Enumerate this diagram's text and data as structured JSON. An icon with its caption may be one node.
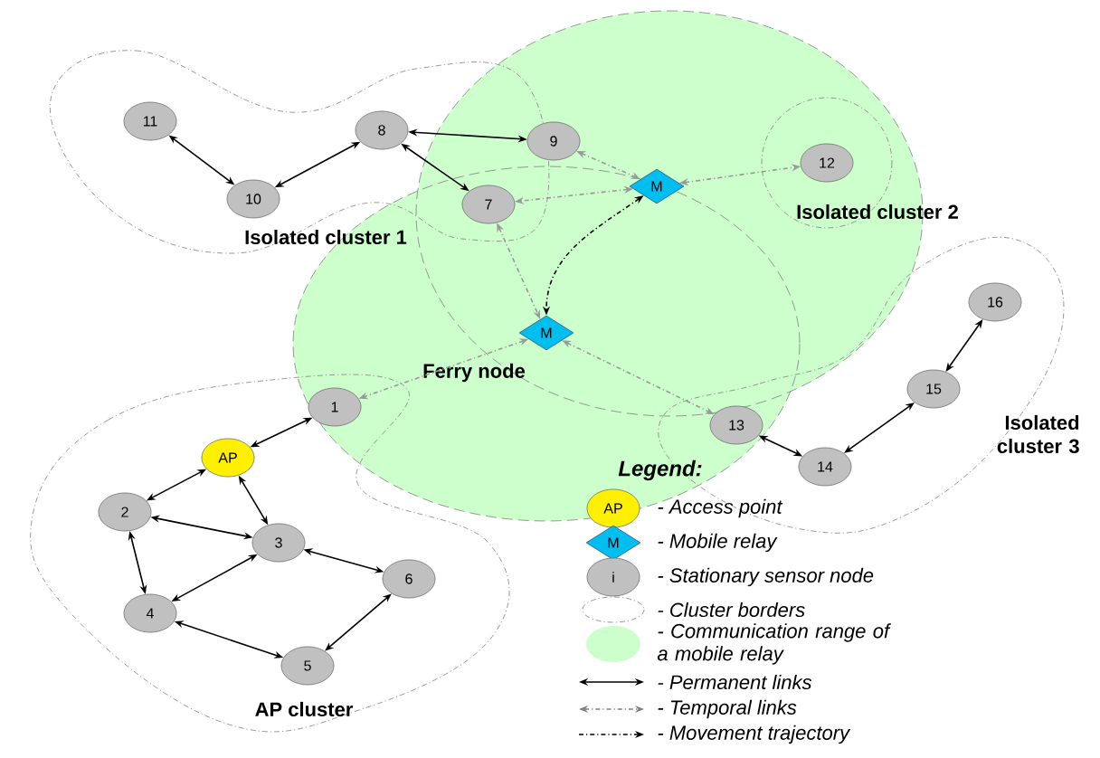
{
  "diagram": {
    "nodes": [
      {
        "text": [
          "11"
        ]
      },
      {
        "text": [
          "8"
        ]
      },
      {
        "text": [
          "9"
        ]
      },
      {
        "text": [
          "10"
        ]
      },
      {
        "text": [
          "7"
        ]
      },
      {
        "text": [
          "M"
        ]
      },
      {
        "text": [
          "12"
        ]
      },
      {
        "text": [
          "M"
        ],
        "beside": [
          "Ferry node"
        ]
      },
      {
        "text": [
          "1"
        ]
      },
      {
        "text": [
          "13"
        ]
      },
      {
        "text": [
          "AP"
        ]
      },
      {
        "text": [
          "16"
        ]
      },
      {
        "text": [
          "15"
        ]
      },
      {
        "text": [
          "14"
        ]
      },
      {
        "text": [
          "2"
        ]
      },
      {
        "text": [
          "3"
        ]
      },
      {
        "text": [
          "6"
        ]
      },
      {
        "text": [
          "4"
        ]
      },
      {
        "text": [
          "5"
        ]
      }
    ],
    "edges": [
      {
        "from": 0,
        "to": 3,
        "arrow": "both"
      },
      {
        "from": 3,
        "to": 1,
        "arrow": "both"
      },
      {
        "from": 1,
        "to": 2,
        "arrow": "both"
      },
      {
        "from": 1,
        "to": 4,
        "arrow": "both"
      },
      {
        "from": 2,
        "to": 5,
        "arrow": "both",
        "style": "dashed",
        "color": "#999999"
      },
      {
        "from": 5,
        "to": 6,
        "arrow": "both",
        "style": "dashed",
        "color": "#999999"
      },
      {
        "from": 5,
        "to": 4,
        "arrow": "both",
        "style": "dashed",
        "color": "#999999"
      },
      {
        "from": 4,
        "to": 7,
        "arrow": "both",
        "style": "dashed",
        "color": "#999999"
      },
      {
        "from": 5,
        "to": 7,
        "arrow": "both",
        "style": "dashed"
      },
      {
        "from": 7,
        "to": 8,
        "arrow": "both",
        "style": "dashed",
        "color": "#999999"
      },
      {
        "from": 7,
        "to": 9,
        "arrow": "both",
        "style": "dashed",
        "color": "#999999"
      },
      {
        "from": 8,
        "to": 10,
        "arrow": "both"
      },
      {
        "from": 10,
        "to": 14,
        "arrow": "both"
      },
      {
        "from": 10,
        "to": 15,
        "arrow": "both"
      },
      {
        "from": 14,
        "to": 15,
        "arrow": "both"
      },
      {
        "from": 14,
        "to": 17,
        "arrow": "both"
      },
      {
        "from": 15,
        "to": 17,
        "arrow": "both"
      },
      {
        "from": 15,
        "to": 16,
        "arrow": "both"
      },
      {
        "from": 17,
        "to": 18,
        "arrow": "both"
      },
      {
        "from": 16,
        "to": 18,
        "arrow": "both"
      },
      {
        "from": 9,
        "to": 13,
        "arrow": "both"
      },
      {
        "from": 13,
        "to": 12,
        "arrow": "both"
      },
      {
        "from": 12,
        "to": 11,
        "arrow": "both"
      }
    ],
    "labels": [
      "Isolated cluster 1",
      "Isolated cluster 2",
      "Isolated cluster 3",
      "AP cluster",
      "Legend:",
      "AP",
      "M",
      "i"
    ],
    "legend": [
      {
        "text": "- Access point"
      },
      {
        "text": "- Mobile relay"
      },
      {
        "text": "- Stationary sensor node"
      },
      {
        "text": "- Cluster borders"
      },
      {
        "text": "- Communication range of a mobile relay",
        "color": "#ccffcc"
      },
      {
        "text": "- Permanent links"
      },
      {
        "text": "- Temporal links"
      },
      {
        "text": "- Movement trajectory"
      }
    ]
  }
}
